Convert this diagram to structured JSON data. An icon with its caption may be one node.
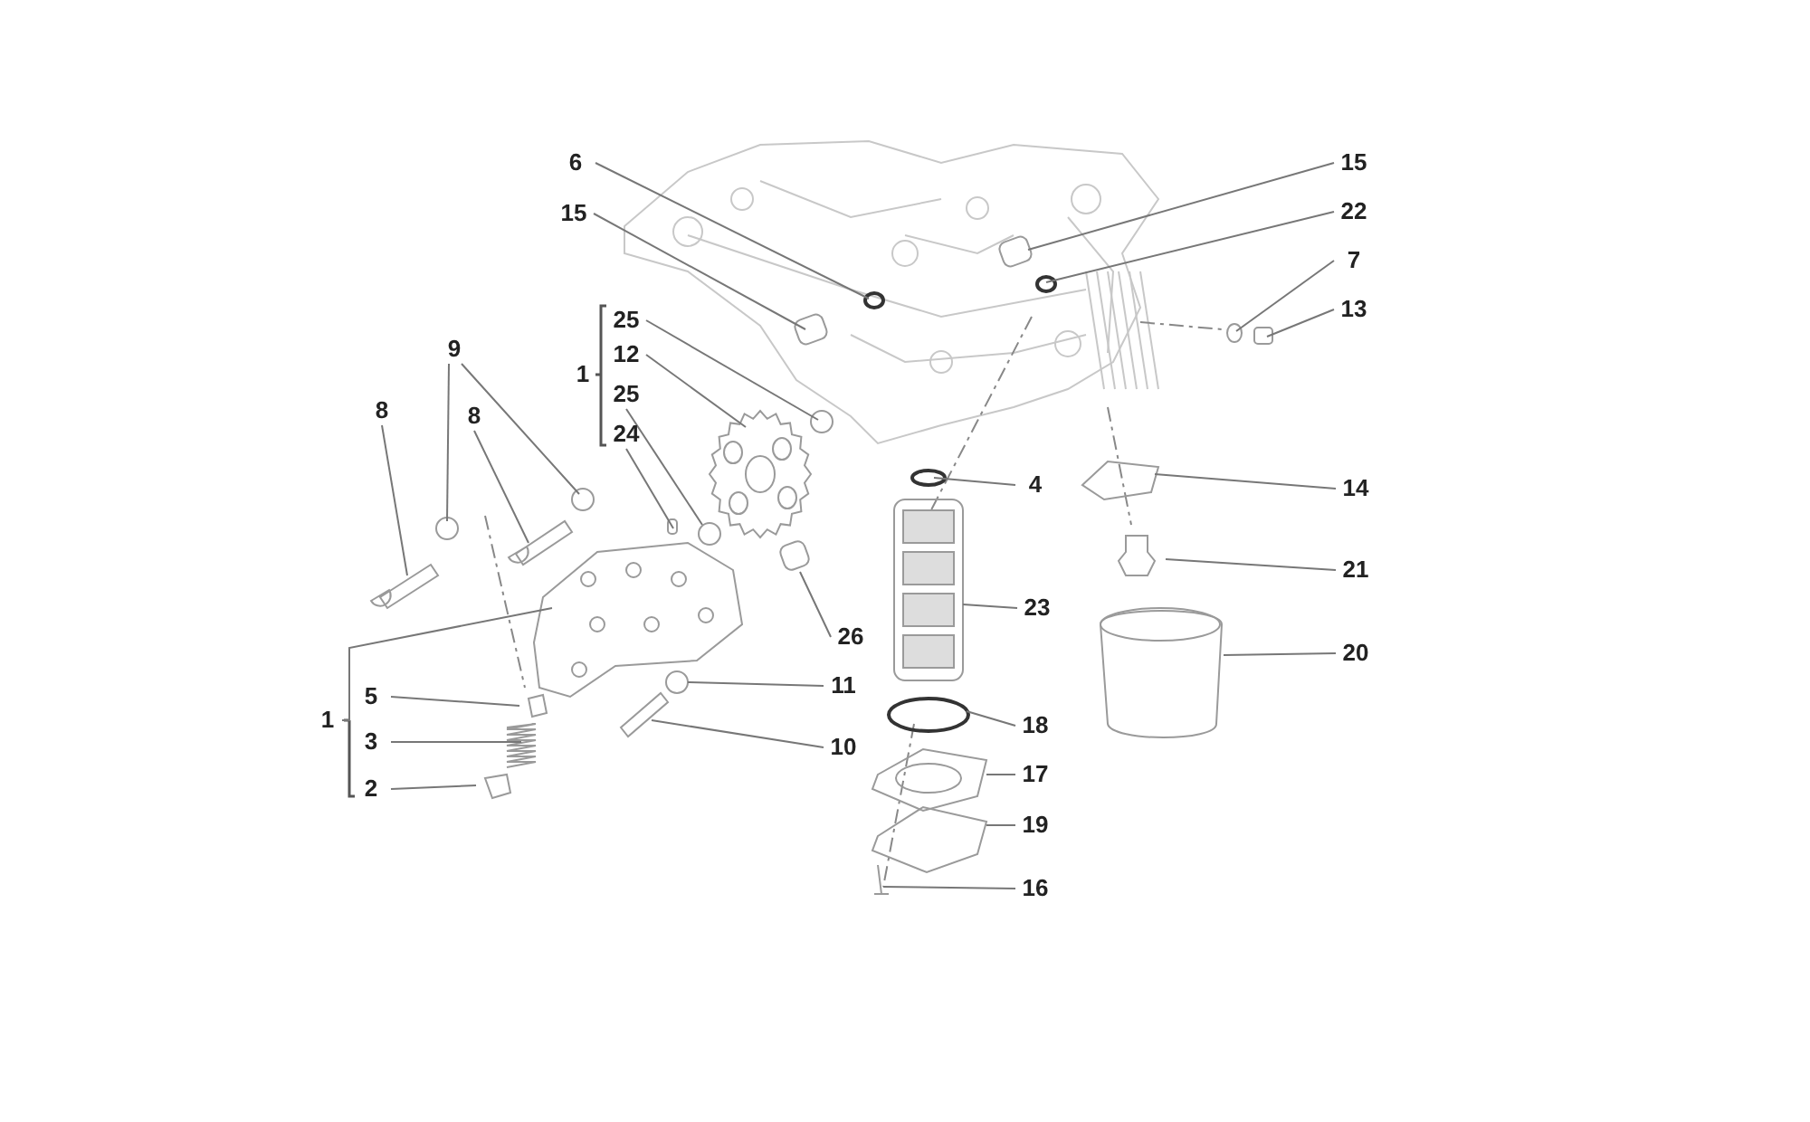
{
  "diagram": {
    "nodes": [
      {
        "text": [
          "6"
        ]
      },
      {
        "text": [
          "15"
        ]
      },
      {
        "text": [
          "15"
        ]
      },
      {
        "text": [
          "22"
        ]
      },
      {
        "text": [
          "7"
        ]
      },
      {
        "text": [
          "13"
        ]
      },
      {
        "text": [
          "25"
        ]
      },
      {
        "text": [
          "12"
        ]
      },
      {
        "text": [
          "25"
        ]
      },
      {
        "text": [
          "24"
        ]
      },
      {
        "text": [
          "9"
        ]
      },
      {
        "text": [
          "8"
        ]
      },
      {
        "text": [
          "8"
        ]
      },
      {
        "text": [
          "4"
        ]
      },
      {
        "text": [
          "14"
        ]
      },
      {
        "text": [
          "21"
        ]
      },
      {
        "text": [
          "23"
        ]
      },
      {
        "text": [
          "20"
        ]
      },
      {
        "text": [
          "26"
        ]
      },
      {
        "text": [
          "1"
        ]
      },
      {
        "text": [
          "5"
        ]
      },
      {
        "text": [
          "11"
        ]
      },
      {
        "text": [
          "3"
        ]
      },
      {
        "text": [
          "10"
        ]
      },
      {
        "text": [
          "18"
        ]
      },
      {
        "text": [
          "17"
        ]
      },
      {
        "text": [
          "2"
        ]
      },
      {
        "text": [
          "19"
        ]
      },
      {
        "text": [
          "16"
        ]
      }
    ],
    "edges": [
      {
        "from": 0,
        "to": null,
        "arrow": "none"
      },
      {
        "from": 1,
        "to": null,
        "arrow": "none"
      },
      {
        "from": 2,
        "to": null,
        "arrow": "none"
      },
      {
        "from": 3,
        "to": null,
        "arrow": "none"
      },
      {
        "from": 4,
        "to": null,
        "arrow": "none"
      },
      {
        "from": 5,
        "to": null,
        "arrow": "none"
      },
      {
        "from": 6,
        "to": null,
        "arrow": "none"
      },
      {
        "from": 7,
        "to": null,
        "arrow": "none"
      },
      {
        "from": 8,
        "to": null,
        "arrow": "none"
      },
      {
        "from": 9,
        "to": null,
        "arrow": "none"
      },
      {
        "from": 10,
        "to": null,
        "arrow": "none"
      },
      {
        "from": 10,
        "to": null,
        "arrow": "none"
      },
      {
        "from": 11,
        "to": null,
        "arrow": "none"
      },
      {
        "from": 12,
        "to": null,
        "arrow": "none"
      },
      {
        "from": 13,
        "to": null,
        "arrow": "none"
      },
      {
        "from": 14,
        "to": null,
        "arrow": "none"
      },
      {
        "from": 15,
        "to": null,
        "arrow": "none"
      },
      {
        "from": 16,
        "to": null,
        "arrow": "none"
      },
      {
        "from": 17,
        "to": null,
        "arrow": "none"
      },
      {
        "from": 18,
        "to": null,
        "arrow": "none"
      },
      {
        "from": 19,
        "to": null,
        "arrow": "none"
      },
      {
        "from": 20,
        "to": null,
        "arrow": "none"
      },
      {
        "from": 21,
        "to": null,
        "arrow": "none"
      },
      {
        "from": 22,
        "to": null,
        "arrow": "none"
      },
      {
        "from": 23,
        "to": null,
        "arrow": "none"
      },
      {
        "from": 24,
        "to": null,
        "arrow": "none"
      },
      {
        "from": 25,
        "to": null,
        "arrow": "none"
      },
      {
        "from": 26,
        "to": null,
        "arrow": "none"
      },
      {
        "from": 27,
        "to": null,
        "arrow": "none"
      },
      {
        "from": 28,
        "to": null,
        "arrow": "none"
      }
    ],
    "labels": [
      "1"
    ]
  }
}
